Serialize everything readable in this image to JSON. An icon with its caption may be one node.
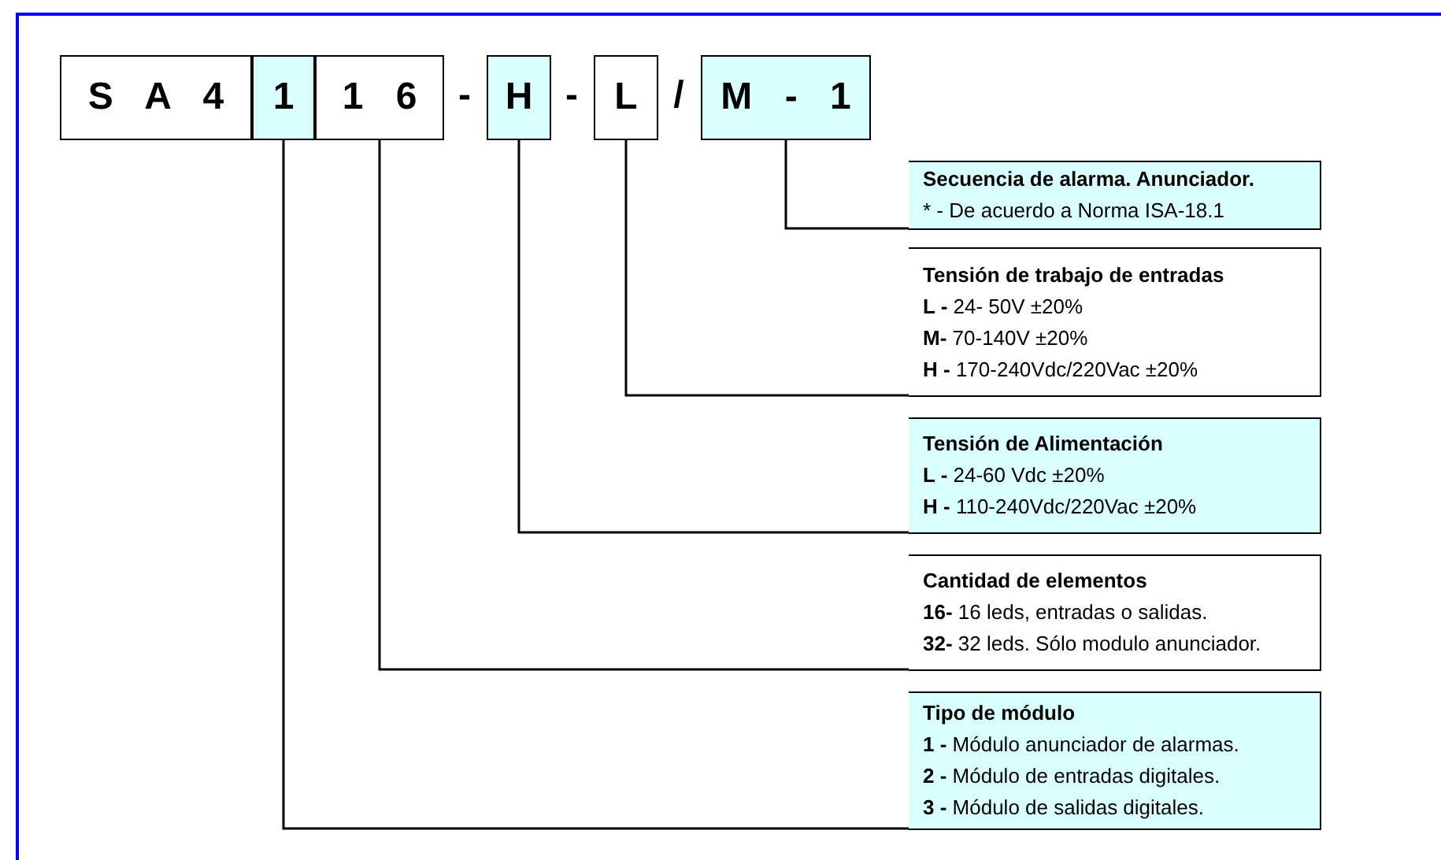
{
  "diagram": {
    "nodes": [
      {
        "text": [
          "S A 4"
        ]
      },
      {
        "text": [
          "1"
        ]
      },
      {
        "text": [
          "1 6"
        ]
      },
      {
        "text": [
          "H"
        ]
      },
      {
        "text": [
          "L"
        ]
      },
      {
        "text": [
          "M - 1"
        ]
      },
      {
        "text": [
          "Secuencia de alarma. Anunciador.",
          "*  - De acuerdo a Norma ISA-18.1"
        ]
      },
      {
        "text": [
          "Tensión de trabajo de entradas",
          "**L -** 24- 50V ±20%",
          "**M-** 70-140V ±20%",
          "**H -** 170-240Vdc/220Vac ±20%"
        ]
      },
      {
        "text": [
          "Tensión de Alimentación",
          "**L -** 24-60 Vdc ±20%",
          "**H -** 110-240Vdc/220Vac ±20%"
        ]
      },
      {
        "text": [
          "Cantidad de elementos",
          "**16-** 16 leds, entradas o salidas.",
          "**32-** 32 leds. Sólo modulo anunciador."
        ]
      },
      {
        "text": [
          "Tipo de módulo",
          "**1 -** Módulo anunciador de alarmas.",
          "**2 -** Módulo de entradas digitales.",
          "**3 -** Módulo de salidas digitales."
        ]
      }
    ],
    "edges": [
      {
        "from": 5,
        "to": 6,
        "arrow": "none"
      },
      {
        "from": 4,
        "to": 7,
        "arrow": "none"
      },
      {
        "from": 3,
        "to": 8,
        "arrow": "none"
      },
      {
        "from": 2,
        "to": 9,
        "arrow": "none"
      },
      {
        "from": 1,
        "to": 10,
        "arrow": "none"
      }
    ],
    "labels": [
      "-",
      "-",
      "/"
    ]
  }
}
